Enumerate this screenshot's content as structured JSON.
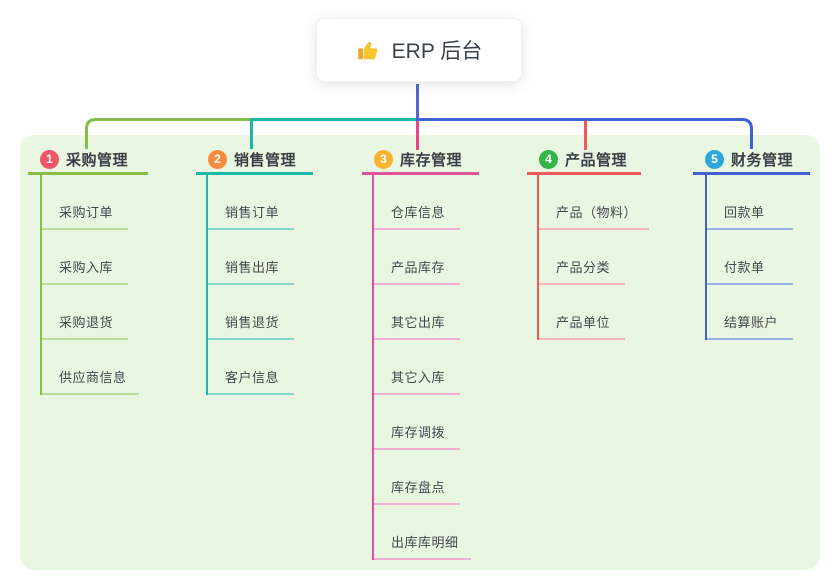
{
  "root": {
    "title": "ERP 后台",
    "icon": "thumbs-up-icon"
  },
  "connectors": {
    "stem_color": "#5668c9",
    "drop3_color": "#e8468b"
  },
  "branches": [
    {
      "index": "1",
      "title": "采购管理",
      "badge_color": "#f3556c",
      "line_color": "#88bd4b",
      "light_line_color": "#bcdc96",
      "children": [
        "采购订单",
        "采购入库",
        "采购退货",
        "供应商信息"
      ]
    },
    {
      "index": "2",
      "title": "销售管理",
      "badge_color": "#fa8a3d",
      "line_color": "#1db9a8",
      "light_line_color": "#84d9cd",
      "children": [
        "销售订单",
        "销售出库",
        "销售退货",
        "客户信息"
      ]
    },
    {
      "index": "3",
      "title": "库存管理",
      "badge_color": "#f9b32e",
      "line_color": "#e1519a",
      "light_line_color": "#f0b0d4",
      "children": [
        "仓库信息",
        "产品库存",
        "其它出库",
        "其它入库",
        "库存调拨",
        "库存盘点",
        "出库库明细"
      ]
    },
    {
      "index": "4",
      "title": "产品管理",
      "badge_color": "#35b44a",
      "line_color": "#f1575b",
      "light_line_color": "#f9b6b8",
      "children": [
        "产品（物料）",
        "产品分类",
        "产品单位"
      ]
    },
    {
      "index": "5",
      "title": "财务管理",
      "badge_color": "#2ba7dc",
      "line_color": "#4161d2",
      "light_line_color": "#9cb0e7",
      "children": [
        "回款单",
        "付款单",
        "结算账户"
      ]
    }
  ]
}
